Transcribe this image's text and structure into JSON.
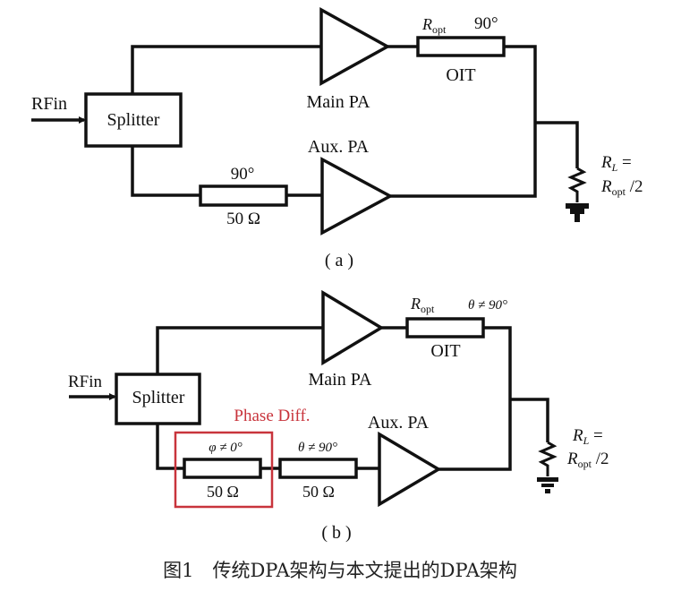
{
  "figure": {
    "caption": "图1　传统DPA架构与本文提出的DPA架构",
    "accent_color": "#c8343c"
  },
  "diagram_a": {
    "sublabel": "( a )",
    "input_label": "RFin",
    "splitter_label": "Splitter",
    "main_pa_label": "Main PA",
    "aux_pa_label": "Aux. PA",
    "oit": {
      "impedance_symbol": "R",
      "impedance_sub": "opt",
      "phase": "90°",
      "name": "OIT"
    },
    "aux_line": {
      "phase": "90°",
      "impedance": "50 Ω"
    },
    "load": {
      "line1_sym": "R",
      "line1_sub": "L",
      "line1_rest": " =",
      "line2_sym": "R",
      "line2_sub": "opt",
      "line2_rest": " /2"
    }
  },
  "diagram_b": {
    "sublabel": "( b )",
    "input_label": "RFin",
    "splitter_label": "Splitter",
    "main_pa_label": "Main PA",
    "aux_pa_label": "Aux. PA",
    "phase_diff_label": "Phase Diff.",
    "oit": {
      "impedance_symbol": "R",
      "impedance_sub": "opt",
      "phase": "θ ≠ 90°",
      "name": "OIT"
    },
    "phase_line": {
      "phase": "φ ≠ 0°",
      "impedance": "50  Ω"
    },
    "aux_line": {
      "phase": "θ ≠ 90°",
      "impedance": "50  Ω"
    },
    "load": {
      "line1_sym": "R",
      "line1_sub": "L",
      "line1_rest": " =",
      "line2_sym": "R",
      "line2_sub": "opt",
      "line2_rest": " /2"
    }
  }
}
